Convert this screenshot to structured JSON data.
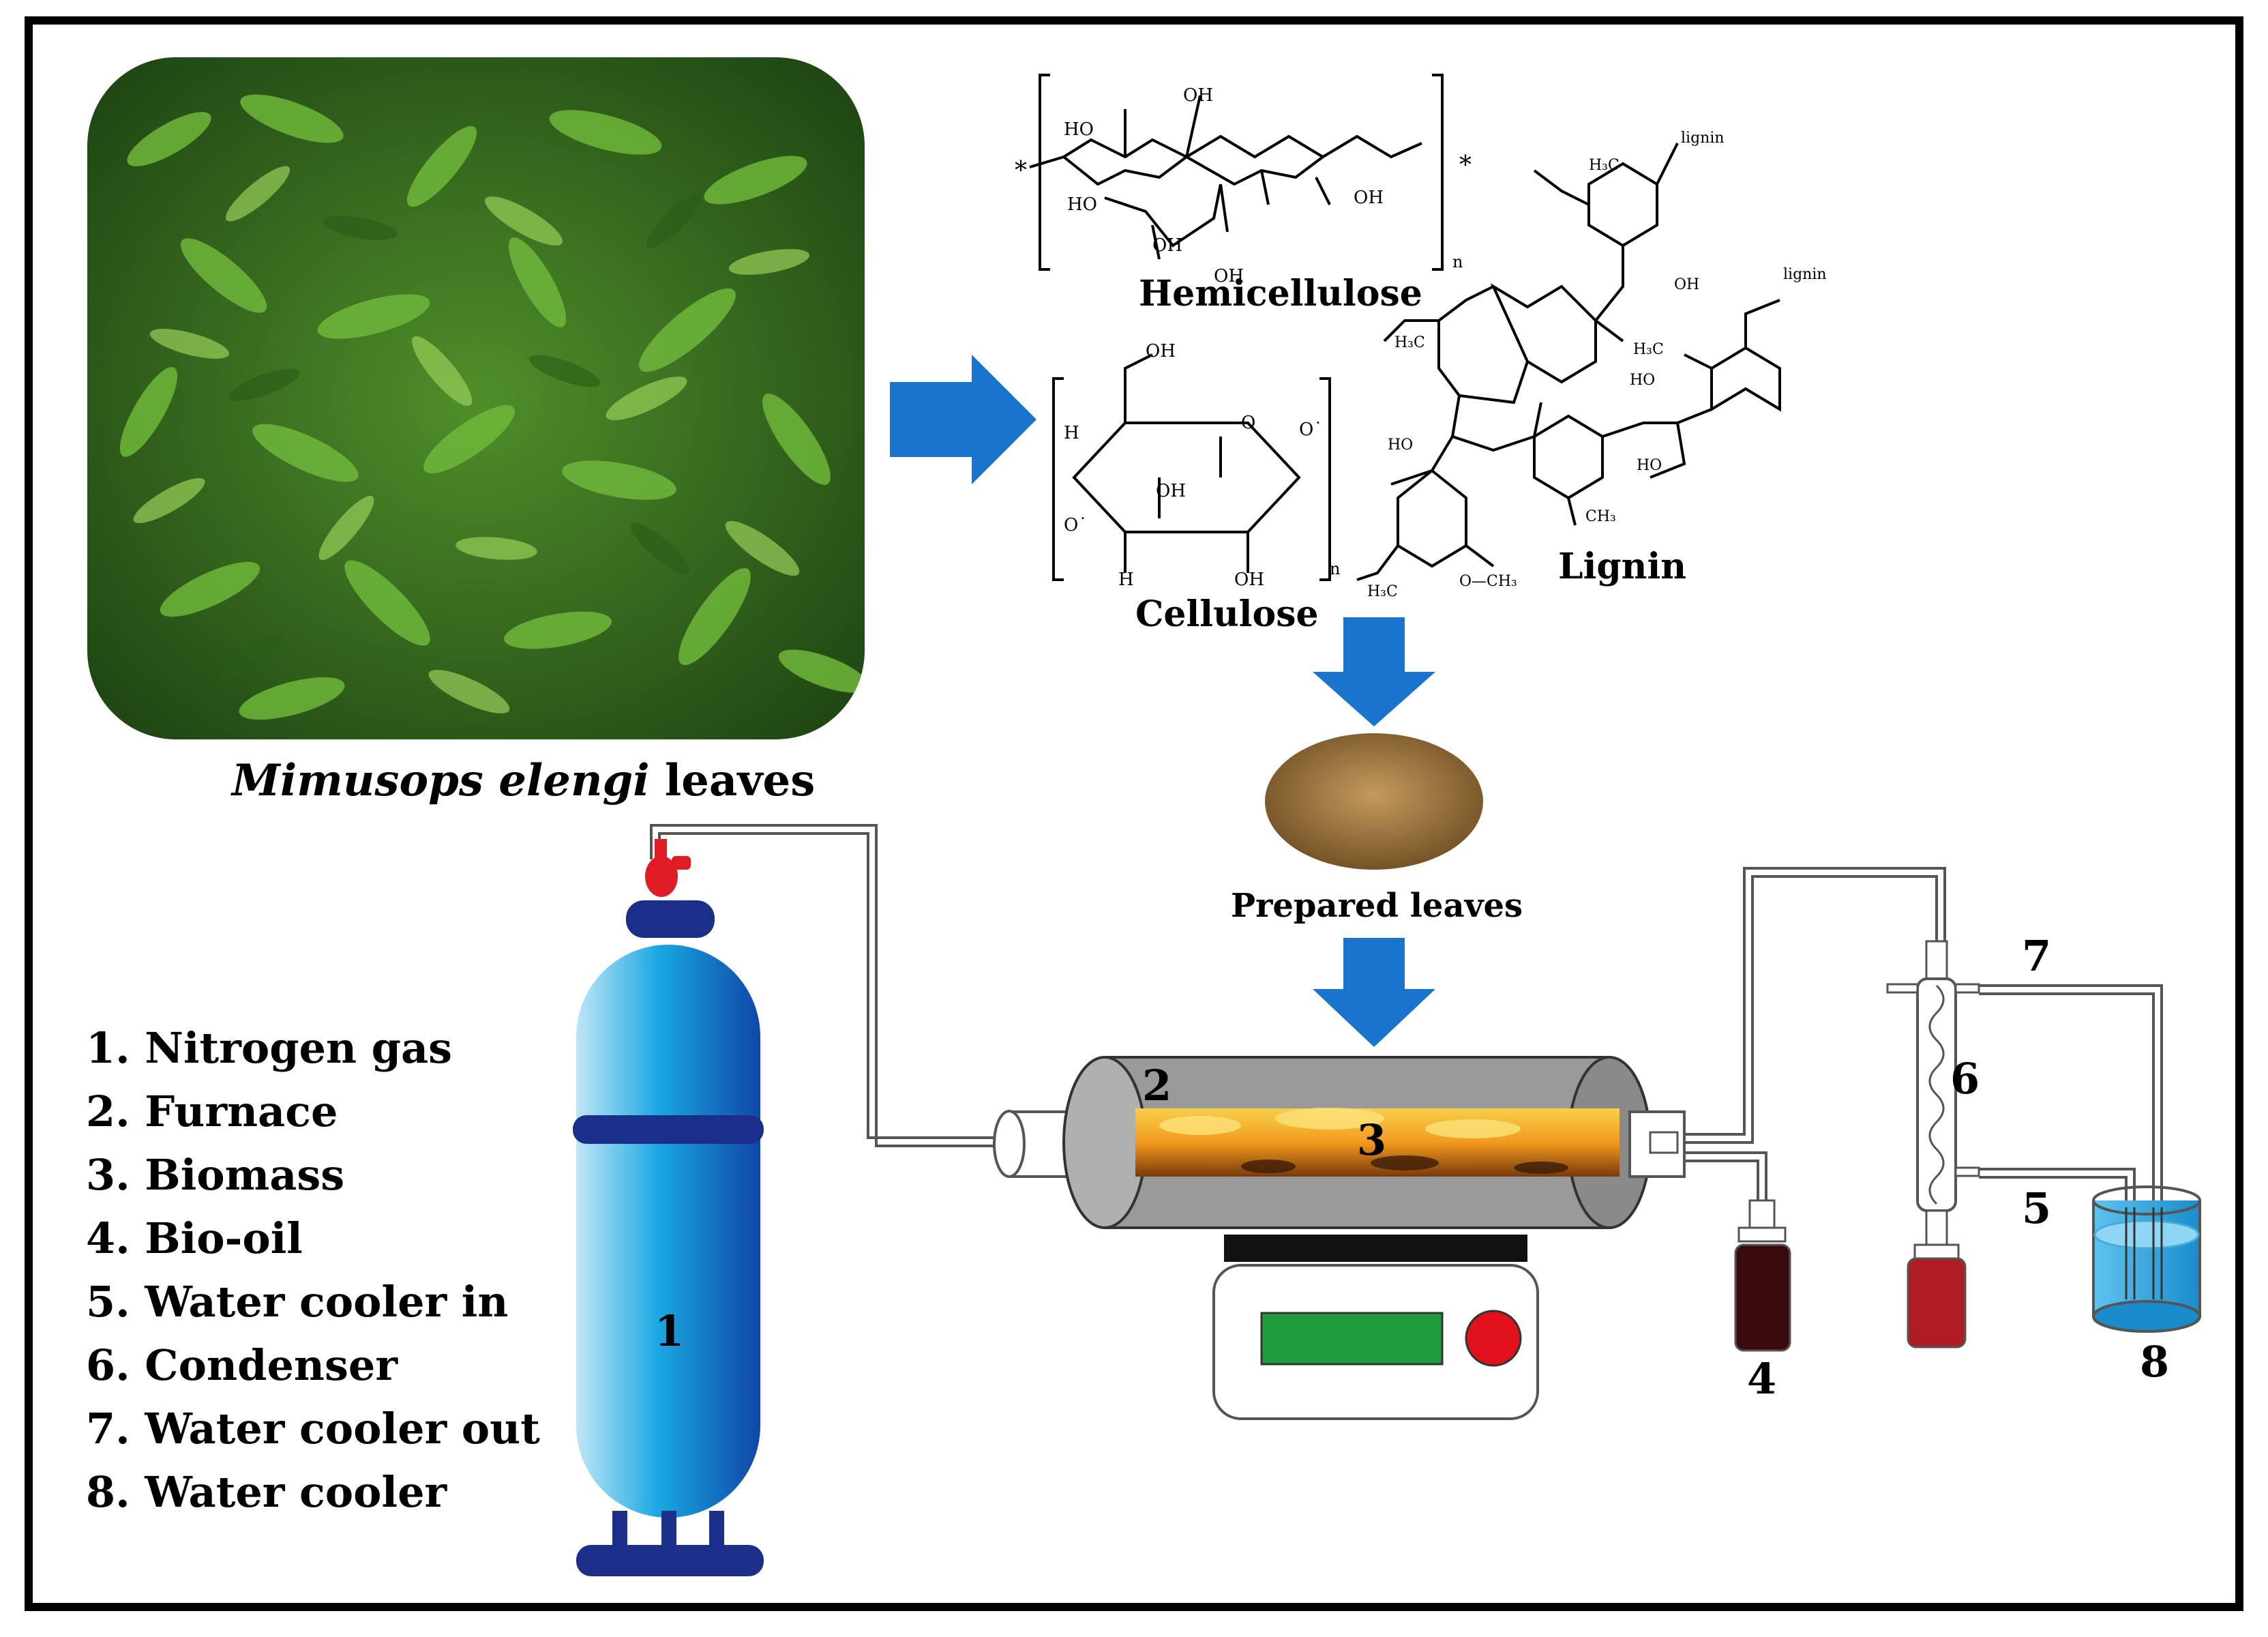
{
  "caption": {
    "species": "Mimusops elengi",
    "rest": " leaves"
  },
  "structures": {
    "hemicellulose": "Hemicellulose",
    "cellulose": "Cellulose",
    "lignin": "Lignin",
    "prepared": "Prepared leaves"
  },
  "chem": {
    "oh": "OH",
    "ho": "HO",
    "h": "H",
    "o_rad": "O˙",
    "o": "O",
    "n": "n",
    "star": "*",
    "lignin_small": "lignin",
    "h3c": "H₃C",
    "ch3": "CH₃",
    "och3": "O—CH₃"
  },
  "numbers": {
    "n1": "1",
    "n2": "2",
    "n3": "3",
    "n4": "4",
    "n5": "5",
    "n6": "6",
    "n7": "7",
    "n8": "8"
  },
  "legend": [
    "1. Nitrogen gas",
    "2. Furnace",
    "3. Biomass",
    "4. Bio-oil",
    "5. Water cooler in",
    "6. Condenser",
    "7. Water cooler out",
    "8. Water cooler"
  ],
  "colors": {
    "arrow": "#1874cd",
    "cylinder": "#18a6e0",
    "cylinder_dark": "#1b3f9a",
    "furnace": "#9a9a9a",
    "flame": "#f5a623",
    "bio_oil": "#3a0a0a",
    "condensate": "#b01c24",
    "water": "#29a9e1",
    "display": "#1f9a3c",
    "button": "#e0101c"
  }
}
